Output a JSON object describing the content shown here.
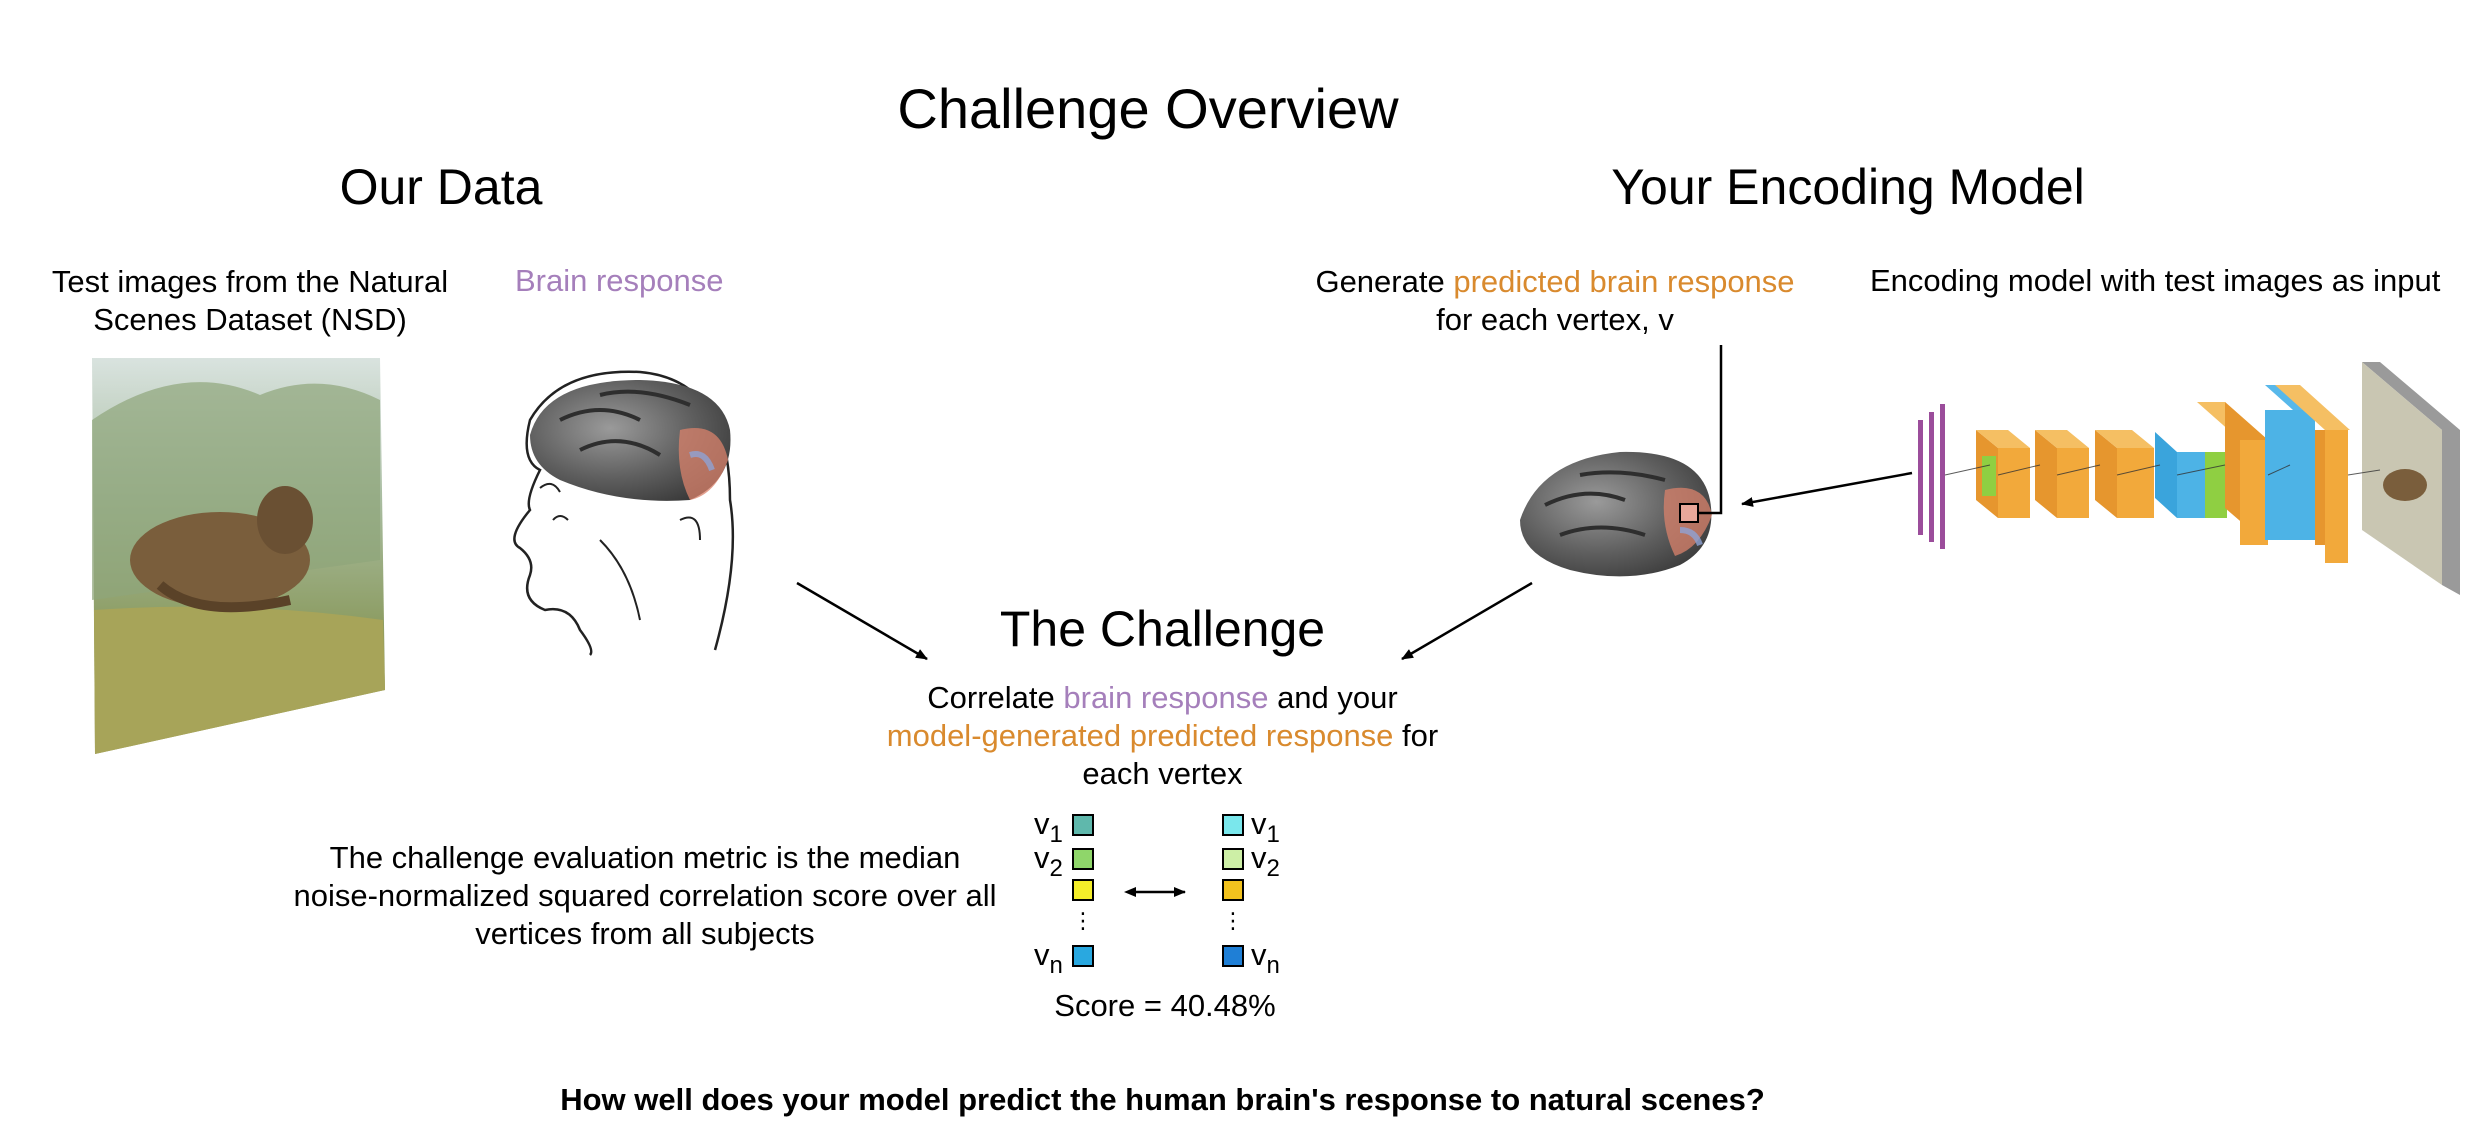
{
  "title": "Challenge Overview",
  "our_data": {
    "heading": "Our Data",
    "test_images_caption_line1": "Test images from the Natural",
    "test_images_caption_line2": "Scenes Dataset (NSD)",
    "brain_response_label": "Brain response"
  },
  "encoding_model": {
    "heading": "Your Encoding Model",
    "generate_prefix": "Generate ",
    "generate_highlight": "predicted brain response",
    "generate_suffix": " for each vertex, v",
    "input_caption": "Encoding model with test images as input"
  },
  "challenge": {
    "heading": "The Challenge",
    "correlate_prefix": "Correlate ",
    "correlate_brain": "brain response",
    "correlate_mid": " and your ",
    "correlate_predicted": "model-generated predicted response",
    "correlate_suffix": " for each vertex",
    "metric_text": "The challenge evaluation metric is the median noise-normalized squared correlation score over all vertices from all subjects",
    "score_text": "Score = 40.48%"
  },
  "vertex_labels": {
    "v": "v",
    "sub1": "1",
    "sub2": "2",
    "subn": "n",
    "ellipsis": "⋮",
    "double_arrow": "↔"
  },
  "colors": {
    "purple": "#a57fbb",
    "orange": "#d98a2e",
    "left_squares": [
      "#5fb8ac",
      "#8fd66a",
      "#f4ee2a",
      "#29a8e0"
    ],
    "right_squares": [
      "#7ae7ec",
      "#cdefa6",
      "#f2c21e",
      "#1f7fd6"
    ]
  },
  "bottom_question": "How well does your model predict the human brain's response to natural scenes?"
}
